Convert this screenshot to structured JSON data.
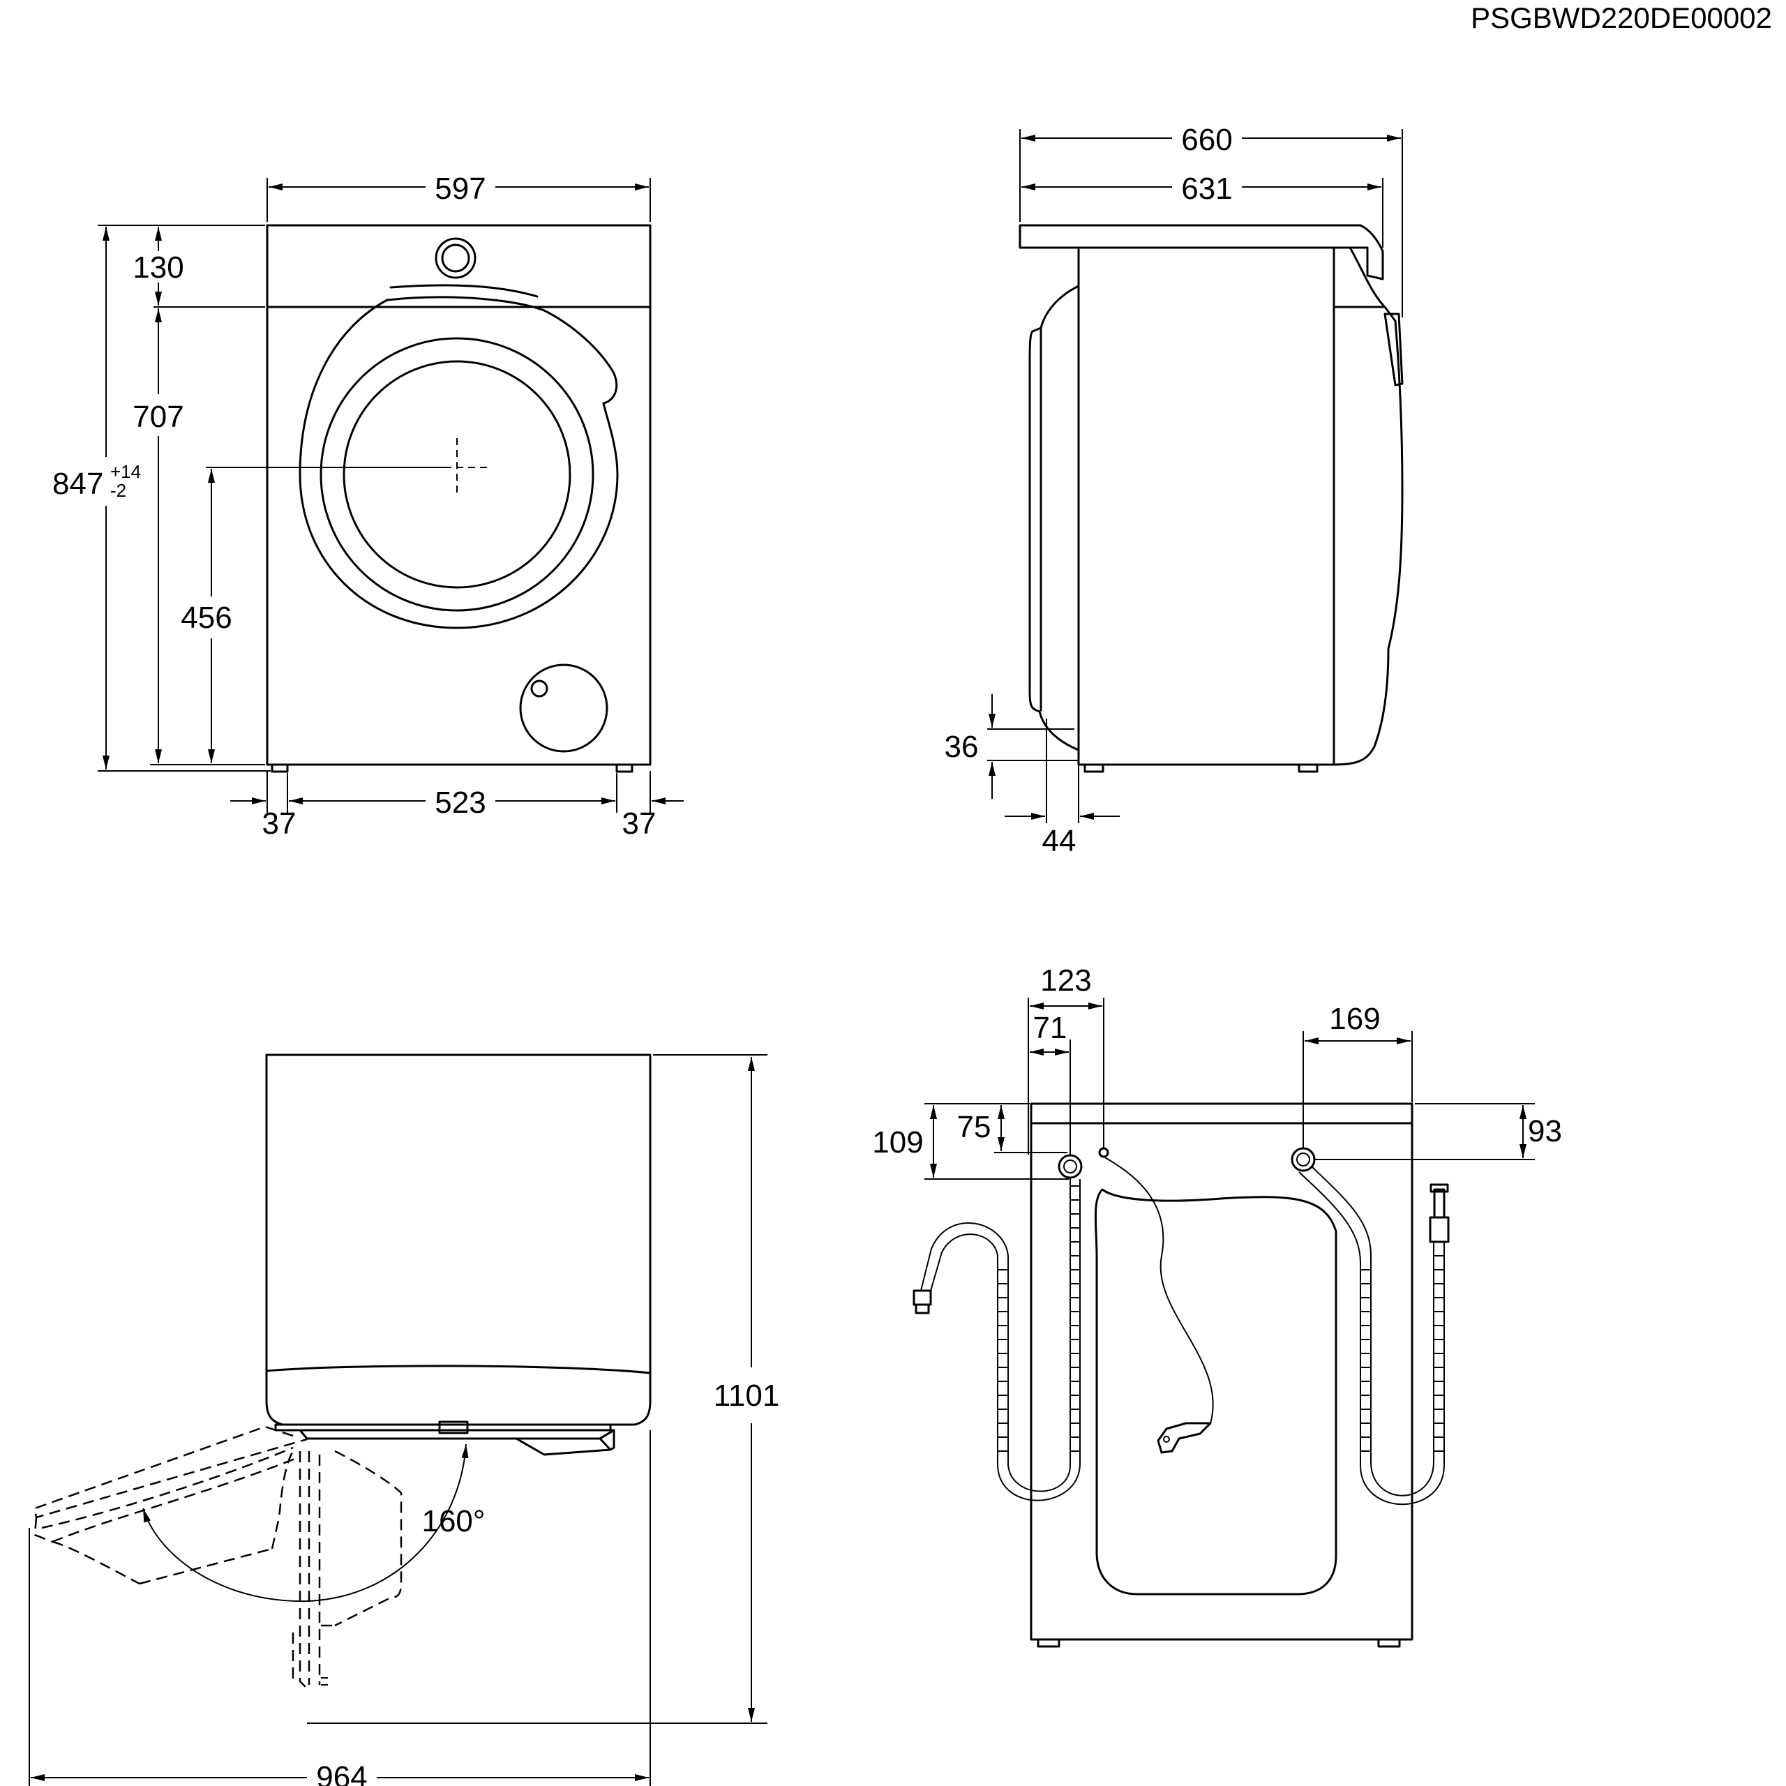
{
  "header": {
    "code": "PSGBWD220DE00002"
  },
  "front_view": {
    "width": "597",
    "height_total": "847",
    "height_tol_plus": "+14",
    "height_tol_minus": "-2",
    "top_panel_height": "130",
    "height_to_top_panel": "707",
    "door_center_height": "456",
    "foot_offset_left": "37",
    "foot_spacing": "523",
    "foot_offset_right": "37"
  },
  "side_view": {
    "depth_total": "660",
    "depth_body": "631",
    "foot_height": "36",
    "foot_setback": "44"
  },
  "door_view": {
    "total_height": "1101",
    "total_depth": "964",
    "door_angle": "160°"
  },
  "rear_view": {
    "outlet_offset_123": "123",
    "outlet_offset_71": "71",
    "inlet_width_169": "169",
    "height_109": "109",
    "height_75": "75",
    "height_93": "93"
  }
}
